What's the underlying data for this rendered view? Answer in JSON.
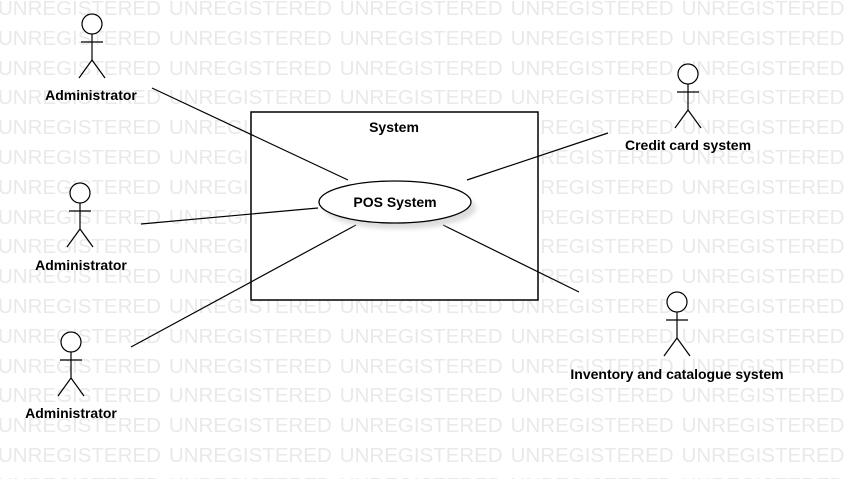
{
  "watermark": {
    "text": "UNREGISTERED"
  },
  "system_boundary": {
    "label": "System"
  },
  "use_case": {
    "label": "POS System"
  },
  "actors": [
    {
      "label": "Administrator"
    },
    {
      "label": "Administrator"
    },
    {
      "label": "Administrator"
    },
    {
      "label": "Credit card system"
    },
    {
      "label": "Inventory and catalogue system"
    }
  ]
}
